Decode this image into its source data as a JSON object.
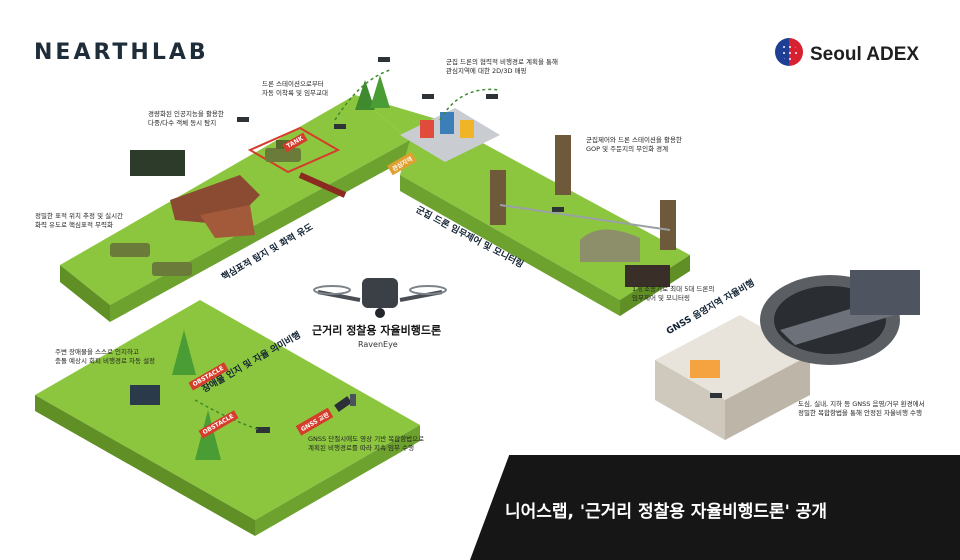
{
  "brand": {
    "left_logo": "NEARTHLAB",
    "right_logo": "Seoul ADEX"
  },
  "drone": {
    "name": "근거리 정찰용 자율비행드론",
    "model": "RavenEye"
  },
  "bands": {
    "target_guide": "핵심표적 탐지 및 화력 유도",
    "swarm_monitor": "군집 드론 임무제어 및 모니터링",
    "obstacle": "장애물 인지 및 자율 의미비행",
    "gnss": "GNSS 음영지역 자율비행"
  },
  "notes": {
    "ai_detect": "경량화된 인공지능을 활용한\n다중/다수 객체 동시 탐지",
    "station_launch": "드론 스테이션으로부터\n자동 이착륙 및 임무교대",
    "swarm_path": "군집 드론의 협력적 비행경로 계획을 통해\n관심지역에 대한 2D/3D 매핑",
    "gop": "군집제어와 드론 스테이션을 활용한\nGOP 및 주둔지의 무인화 경계",
    "target_track": "정밀한 표적 위치 추정 및 실시간\n화력 유도로 핵심표적 무력화",
    "multi_control": "1개 조종기로 최대 5대 드론의\n임무제어 및 모니터링",
    "avoid": "주변 장애물을 스스로 인지하고\n충돌 예상시 회피 비행경로 자동 설정",
    "gnss_loss": "GNSS 단절시에도 영상 기반 복합항법으로\n계획된 비행경로를 따라 지속 임무 수행",
    "indoor": "도심, 실내, 지하 등 GNSS 음영/거부 환경에서\n정밀한 복합항법을 통해 안정된 자율비행 수행"
  },
  "tags": {
    "tank": "TANK",
    "obstacle_1": "OBSTACLE",
    "obstacle_2": "OBSTACLE",
    "gnss_jam": "GNSS 교란",
    "zone": "관심지역"
  },
  "headline": "니어스랩, '근거리 정찰용 자율비행드론' 공개",
  "colors": {
    "ground_green": "#8cc63f",
    "ground_dark": "#5f8f25",
    "accent_red": "#d63c2b",
    "headline_bg": "#161616",
    "sky": "#ffffff"
  }
}
